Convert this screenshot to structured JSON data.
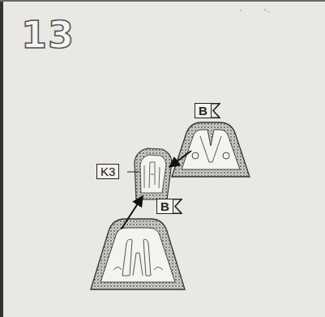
{
  "diagram": {
    "nodes": [
      {
        "text": [
          "B"
        ]
      },
      {
        "text": [
          "K3"
        ]
      },
      {
        "text": [
          "B"
        ]
      }
    ],
    "labels": [
      "13"
    ]
  }
}
